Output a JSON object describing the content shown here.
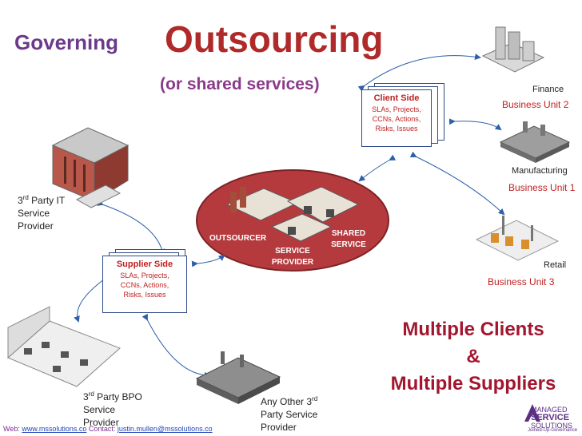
{
  "title": {
    "governing": "Governing",
    "outsourcing": "Outsourcing",
    "subtitle": "(or shared services)"
  },
  "client_side": {
    "title": "Client Side",
    "line1": "SLAs, Projects,",
    "line2": "CCNs, Actions,",
    "line3": "Risks, Issues"
  },
  "supplier_side": {
    "title": "Supplier Side",
    "line1": "SLAs, Projects,",
    "line2": "CCNs, Actions,",
    "line3": "Risks, Issues"
  },
  "center": {
    "outsourcer": "OUTSOURCER",
    "service_provider_1": "SERVICE",
    "service_provider_2": "PROVIDER",
    "shared_service_1": "SHARED",
    "shared_service_2": "SERVICE"
  },
  "providers": {
    "it_1": "3",
    "it_sup": "rd",
    "it_2": " Party IT",
    "it_3": "Service",
    "it_4": "Provider",
    "bpo_1": "3",
    "bpo_sup": "rd",
    "bpo_2": " Party BPO",
    "bpo_3": "Service",
    "bpo_4": "Provider",
    "other_1": "Any Other 3",
    "other_sup": "rd",
    "other_2": "Party Service",
    "other_3": "Provider"
  },
  "business_units": {
    "finance": "Finance",
    "bu2": "Business Unit 2",
    "manufacturing": "Manufacturing",
    "bu1": "Business Unit 1",
    "retail": "Retail",
    "bu3": "Business Unit 3"
  },
  "tagline": {
    "line1": "Multiple Clients",
    "line2": "&",
    "line3": "Multiple Suppliers"
  },
  "footer": {
    "web_label": "Web: ",
    "web_link": "www.mssolutions.co",
    "contact_label": "  Contact: ",
    "contact_link": "justin.mullen@mssolutions.co"
  },
  "logo": {
    "line1": "MANAGED",
    "line2": "SERVICE",
    "line3": "SOLUTIONS",
    "tag": "Joined-Up-Governance"
  },
  "colors": {
    "oval": "#b53a3e",
    "accent_red": "#c01f1f",
    "purple": "#6b3a8a",
    "connector": "#2e5fa8"
  }
}
